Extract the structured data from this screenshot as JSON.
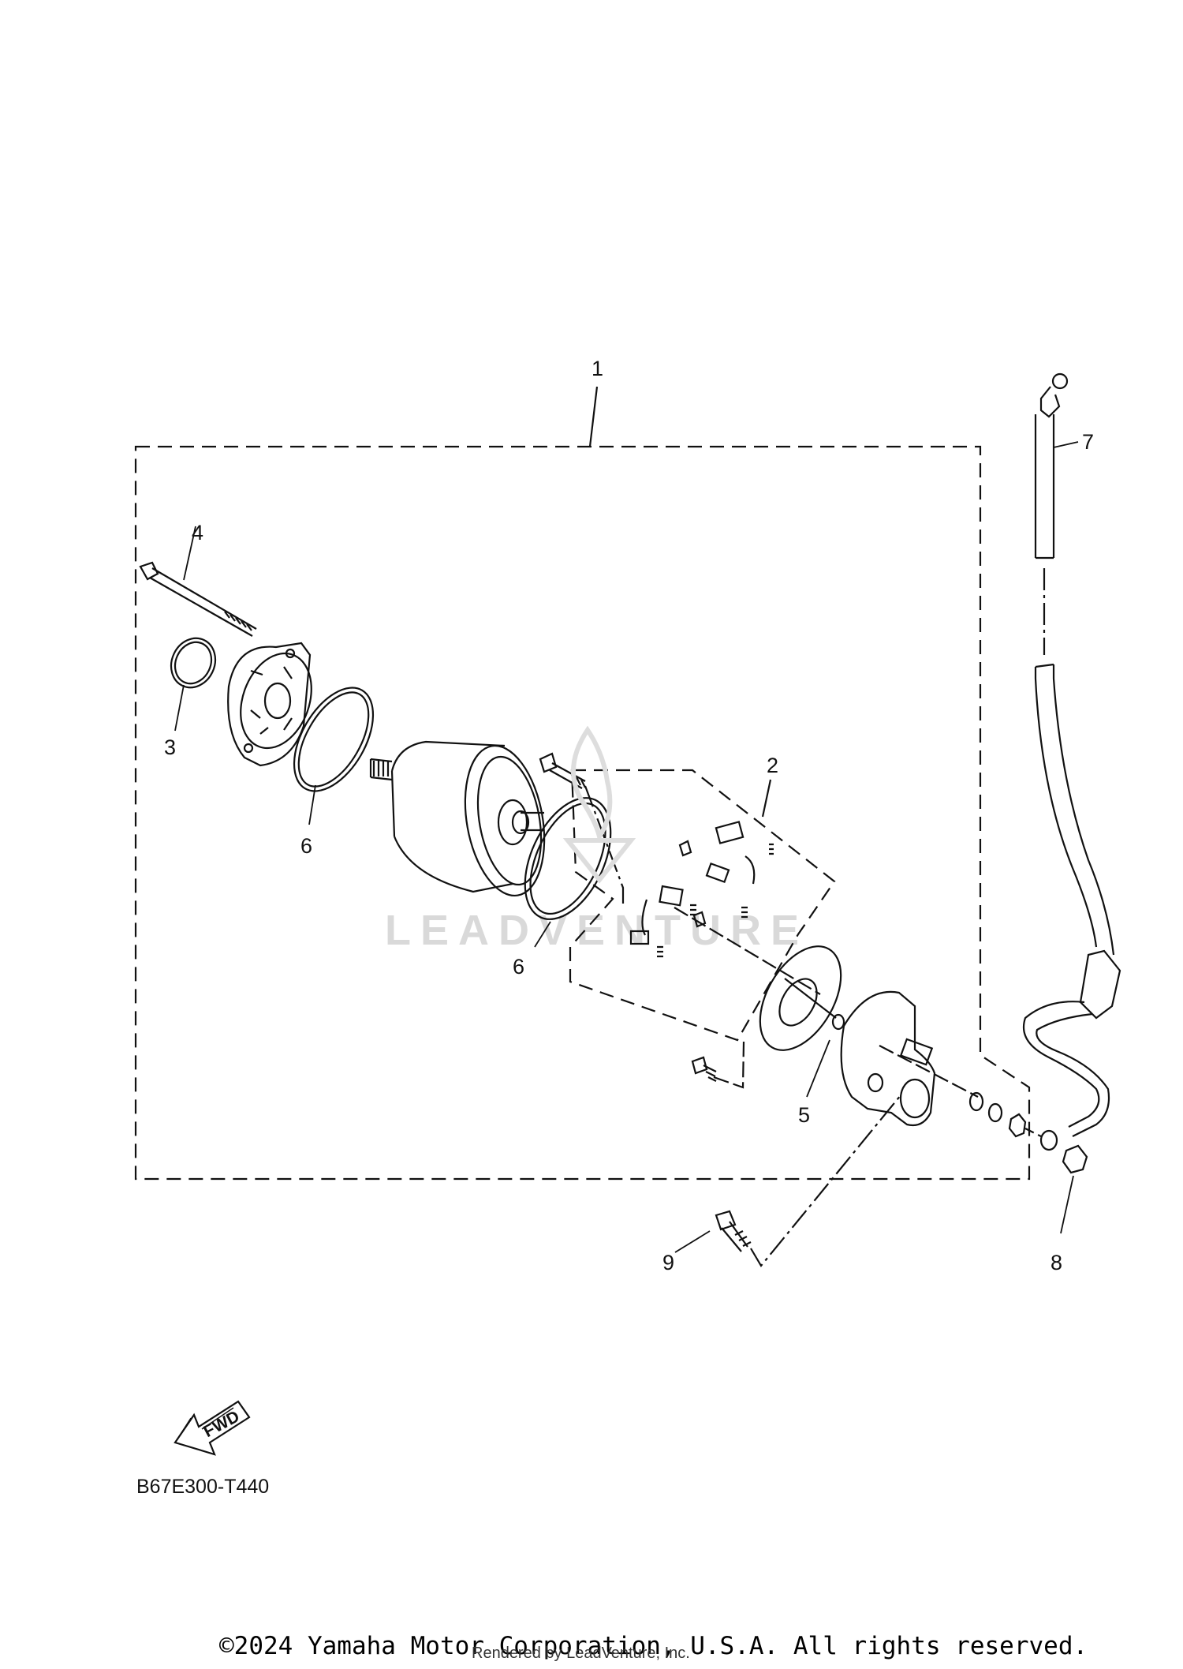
{
  "callouts": {
    "c1": "1",
    "c2": "2",
    "c3": "3",
    "c4": "4",
    "c5": "5",
    "c6a": "6",
    "c6b": "6",
    "c7": "7",
    "c8": "8",
    "c9": "9"
  },
  "fwd_arrow_label": "FWD",
  "diagram_code": "B67E300-T440",
  "copyright": "©2024 Yamaha Motor Corporation, U.S.A. All rights reserved.",
  "rendered_by": "Rendered by LeadVenture, Inc.",
  "watermark": "LEADVENTURE"
}
